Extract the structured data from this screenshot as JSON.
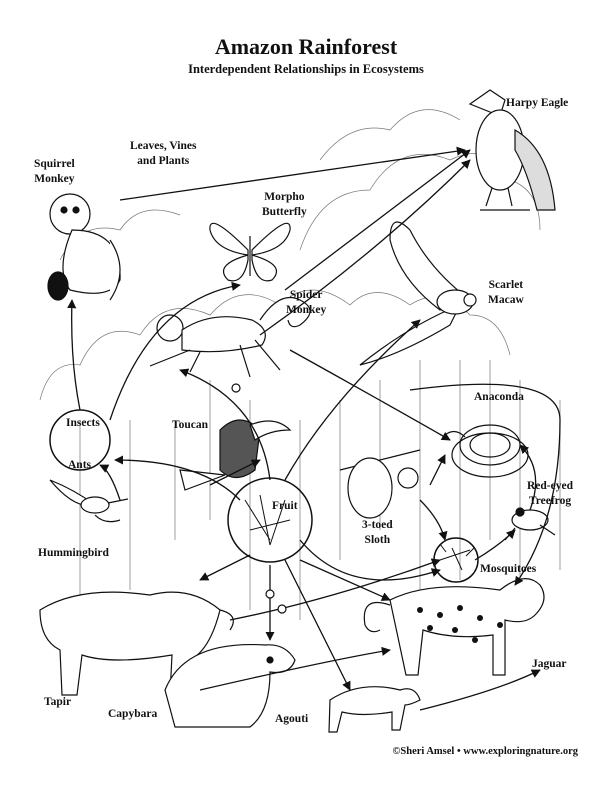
{
  "header": {
    "title": "Amazon Rainforest",
    "subtitle": "Interdependent Relationships in Ecosystems"
  },
  "labels": {
    "harpy_eagle": "Harpy Eagle",
    "squirrel_monkey": "Squirrel\nMonkey",
    "leaves": "Leaves, Vines\nand Plants",
    "morpho": "Morpho\nButterfly",
    "spider_monkey": "Spider\nMonkey",
    "scarlet_macaw": "Scarlet\nMacaw",
    "insects": "Insects",
    "ants": "Ants",
    "toucan": "Toucan",
    "anaconda": "Anaconda",
    "fruit": "Fruit",
    "treefrog": "Red-eyed\nTreefrog",
    "sloth": "3-toed\nSloth",
    "hummingbird": "Hummingbird",
    "mosquitoes": "Mosquitoes",
    "tapir": "Tapir",
    "capybara": "Capybara",
    "agouti": "Agouti",
    "jaguar": "Jaguar"
  },
  "footer": {
    "credit": "©Sheri Amsel • www.exploringnature.org"
  }
}
